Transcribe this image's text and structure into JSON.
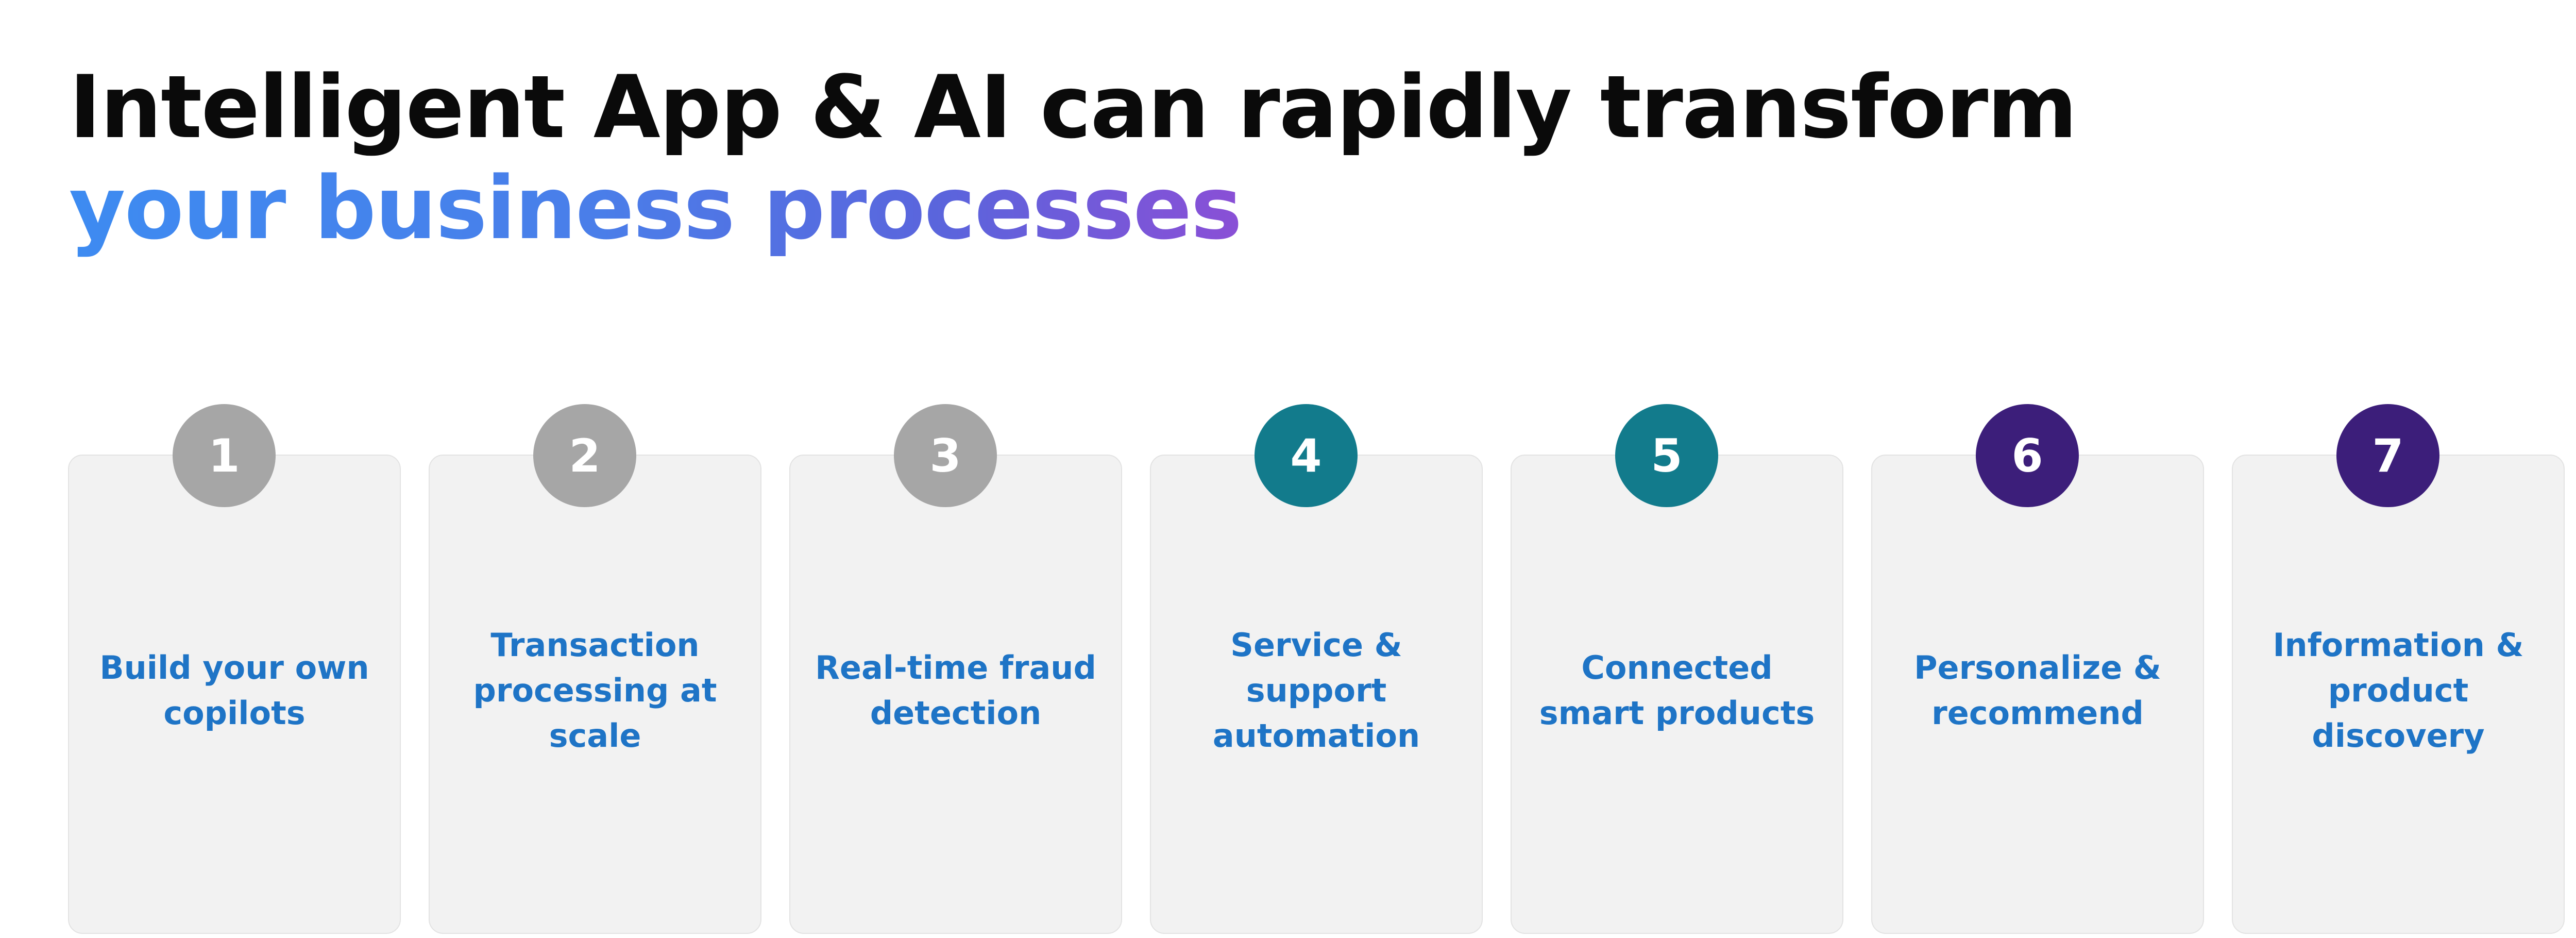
{
  "heading": {
    "line1": "Intelligent App & AI can rapidly transform",
    "line2": "your business processes"
  },
  "colors": {
    "gray_badge": "#a6a6a6",
    "teal_badge": "#127b8c",
    "purple_badge": "#3c1e7a",
    "card_text": "#1e74c6",
    "gradient_start": "#3d8bf1",
    "gradient_end": "#8a4fd6"
  },
  "cards": [
    {
      "number": "1",
      "label": "Build your own copilots"
    },
    {
      "number": "2",
      "label": "Transaction processing at scale"
    },
    {
      "number": "3",
      "label": "Real-time fraud detection"
    },
    {
      "number": "4",
      "label": "Service & support automation"
    },
    {
      "number": "5",
      "label": "Connected smart products"
    },
    {
      "number": "6",
      "label": "Personalize & recommend"
    },
    {
      "number": "7",
      "label": "Information & product discovery"
    }
  ]
}
